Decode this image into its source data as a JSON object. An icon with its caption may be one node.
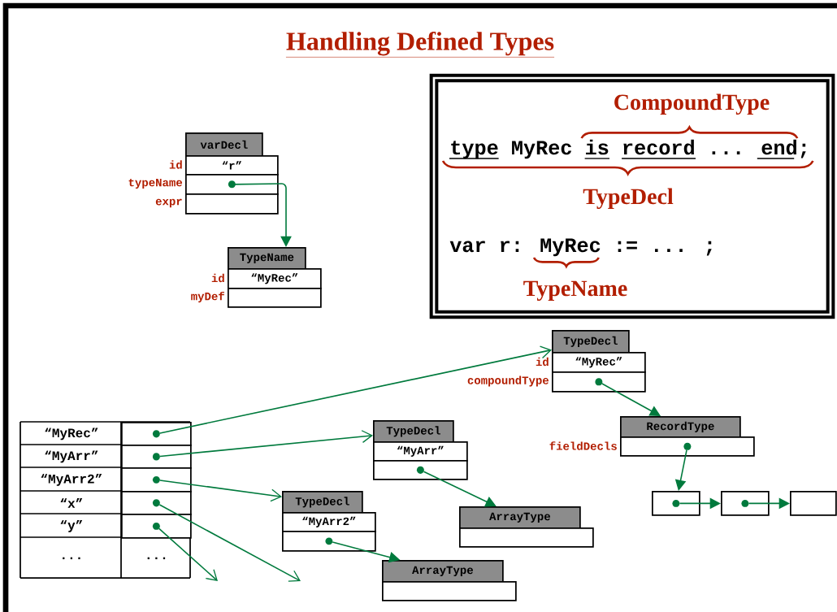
{
  "diagram": {
    "title": "Handling Defined Types",
    "nodes": [
      {
        "text": [
          "varDecl"
        ]
      },
      {
        "text": [
          "“r”"
        ],
        "beside": [
          "id"
        ]
      },
      {
        "text": [],
        "shape": "box",
        "beside": [
          "typeName"
        ]
      },
      {
        "text": [],
        "shape": "box",
        "beside": [
          "expr"
        ]
      },
      {
        "text": [
          "TypeName"
        ]
      },
      {
        "text": [
          "“MyRec”"
        ],
        "beside": [
          "id"
        ]
      },
      {
        "text": [],
        "shape": "box",
        "beside": [
          "myDef"
        ]
      },
      {
        "text": [
          "CompoundType",
          "type MyRec is record ... end;",
          "TypeDecl",
          "var r: MyRec := ... ;",
          "TypeName"
        ]
      },
      {
        "text": [
          "TypeDecl"
        ]
      },
      {
        "text": [
          "“MyRec”"
        ],
        "beside": [
          "id"
        ]
      },
      {
        "text": [],
        "shape": "box",
        "beside": [
          "compoundType"
        ]
      },
      {
        "text": [
          "“MyRec”"
        ]
      },
      {
        "text": [],
        "shape": "box"
      },
      {
        "text": [
          "“MyArr”"
        ]
      },
      {
        "text": [],
        "shape": "box"
      },
      {
        "text": [
          "“MyArr2”"
        ]
      },
      {
        "text": [],
        "shape": "box"
      },
      {
        "text": [
          "“x”"
        ]
      },
      {
        "text": [],
        "shape": "box"
      },
      {
        "text": [
          "“y”"
        ]
      },
      {
        "text": [],
        "shape": "box"
      },
      {
        "text": [
          "..."
        ]
      },
      {
        "text": [
          "..."
        ]
      },
      {
        "text": [
          "TypeDecl"
        ]
      },
      {
        "text": [
          "“MyArr”"
        ]
      },
      {
        "text": [],
        "shape": "box"
      },
      {
        "text": [
          "RecordType"
        ]
      },
      {
        "text": [],
        "shape": "box",
        "beside": [
          "fieldDecls"
        ]
      },
      {
        "text": [
          "TypeDecl"
        ]
      },
      {
        "text": [
          "“MyArr2”"
        ]
      },
      {
        "text": [],
        "shape": "box"
      },
      {
        "text": [],
        "shape": "box"
      },
      {
        "text": [],
        "shape": "box"
      },
      {
        "text": [],
        "shape": "box"
      },
      {
        "text": [
          "ArrayType"
        ]
      },
      {
        "text": [],
        "shape": "box"
      },
      {
        "text": [
          "ArrayType"
        ]
      },
      {
        "text": [],
        "shape": "box"
      }
    ],
    "edges": [
      {
        "from": 2,
        "to": 4,
        "arrow": "to"
      },
      {
        "from": 12,
        "to": 8,
        "arrow": "to"
      },
      {
        "from": 14,
        "to": 23,
        "arrow": "to"
      },
      {
        "from": 16,
        "to": 28,
        "arrow": "to"
      },
      {
        "from": 18,
        "to": null,
        "arrow": "to"
      },
      {
        "from": 20,
        "to": null,
        "arrow": "to"
      },
      {
        "from": 10,
        "to": 26,
        "arrow": "to"
      },
      {
        "from": 25,
        "to": 34,
        "arrow": "to"
      },
      {
        "from": 27,
        "to": 31,
        "arrow": "to"
      },
      {
        "from": 31,
        "to": 32,
        "arrow": "to"
      },
      {
        "from": 32,
        "to": 33,
        "arrow": "to"
      },
      {
        "from": 30,
        "to": 36,
        "arrow": "to"
      }
    ]
  }
}
